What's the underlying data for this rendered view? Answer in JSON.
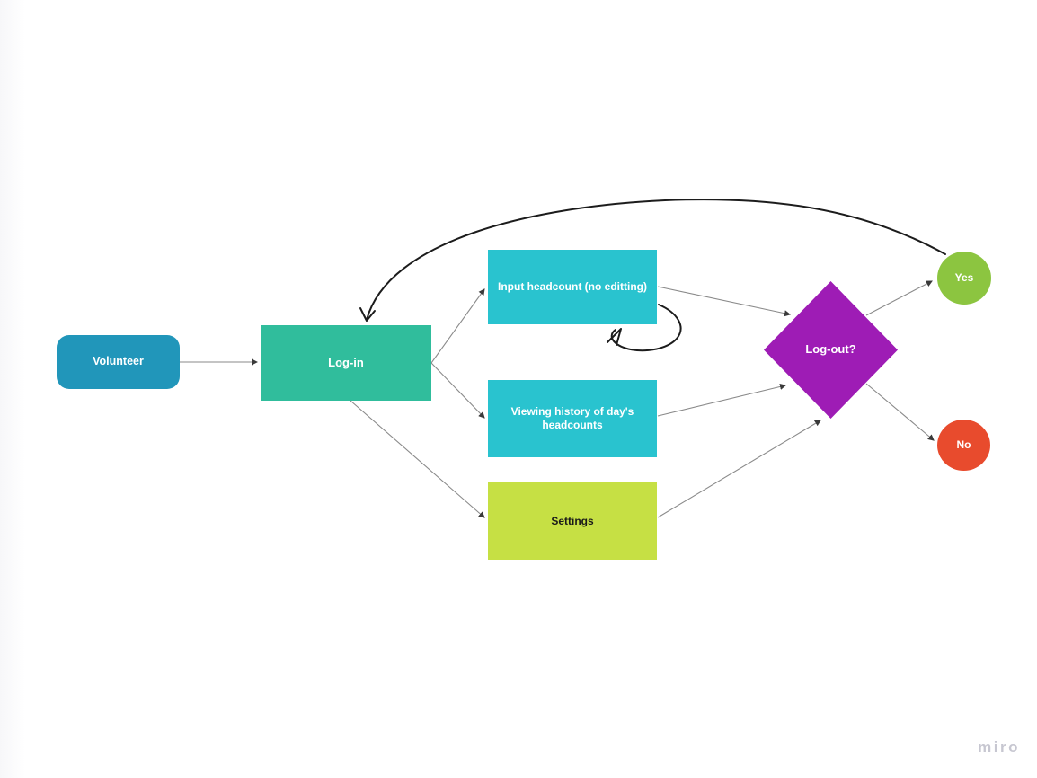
{
  "app": {
    "watermark": "miro"
  },
  "style": {
    "connector_color": "#8a8a8a",
    "freehand_arrow_color": "#1c1c1c",
    "canvas_background": "#ffffff"
  },
  "diagram": {
    "nodes": [
      {
        "id": "volunteer",
        "label": "Volunteer",
        "shape": "rounded-rectangle",
        "fill": "#2196ba",
        "text_color": "#ffffff"
      },
      {
        "id": "log-in",
        "label": "Log-in",
        "shape": "rectangle",
        "fill": "#30bd9c",
        "text_color": "#ffffff"
      },
      {
        "id": "input-headcount",
        "label": "Input headcount (no editting)",
        "shape": "rectangle",
        "fill": "#29c3cf",
        "text_color": "#ffffff"
      },
      {
        "id": "viewing-history",
        "label": "Viewing history of day's headcounts",
        "shape": "rectangle",
        "fill": "#29c3cf",
        "text_color": "#ffffff"
      },
      {
        "id": "settings",
        "label": "Settings",
        "shape": "rectangle",
        "fill": "#c6e044",
        "text_color": "#1a1a1a"
      },
      {
        "id": "log-out",
        "label": "Log-out?",
        "shape": "diamond",
        "fill": "#9e1cb5",
        "text_color": "#ffffff"
      },
      {
        "id": "yes",
        "label": "Yes",
        "shape": "circle",
        "fill": "#8cc540",
        "text_color": "#ffffff"
      },
      {
        "id": "no",
        "label": "No",
        "shape": "circle",
        "fill": "#e84b2d",
        "text_color": "#ffffff"
      }
    ],
    "edges": [
      {
        "from": "volunteer",
        "to": "log-in",
        "style": "straight-gray-arrow"
      },
      {
        "from": "log-in",
        "to": "input-headcount",
        "style": "straight-gray-arrow"
      },
      {
        "from": "log-in",
        "to": "viewing-history",
        "style": "straight-gray-arrow"
      },
      {
        "from": "log-in",
        "to": "settings",
        "style": "straight-gray-arrow"
      },
      {
        "from": "input-headcount",
        "to": "log-out",
        "style": "straight-gray-arrow"
      },
      {
        "from": "viewing-history",
        "to": "log-out",
        "style": "straight-gray-arrow"
      },
      {
        "from": "settings",
        "to": "log-out",
        "style": "straight-gray-arrow"
      },
      {
        "from": "log-out",
        "to": "yes",
        "style": "straight-gray-arrow"
      },
      {
        "from": "log-out",
        "to": "no",
        "style": "straight-gray-arrow"
      },
      {
        "from": "yes",
        "to": "log-in",
        "style": "freehand-black-curve"
      },
      {
        "from": "input-headcount",
        "to": "input-headcount",
        "style": "freehand-black-self-loop"
      }
    ]
  }
}
